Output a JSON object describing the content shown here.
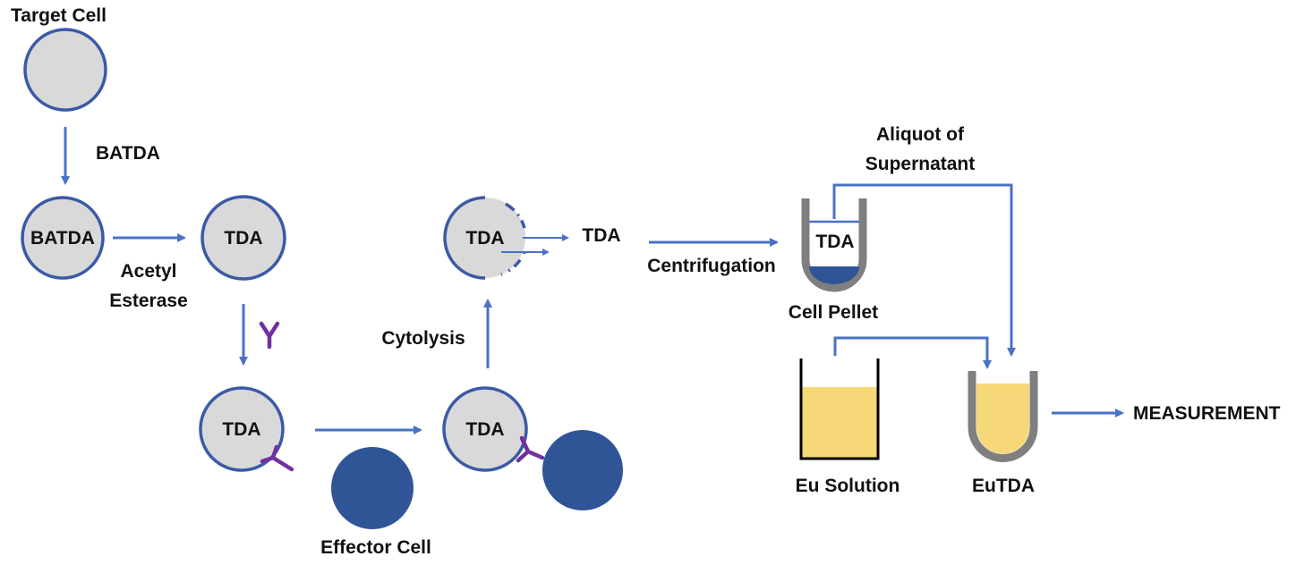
{
  "labels": {
    "target_cell": "Target Cell",
    "batda_reagent": "BATDA",
    "acetyl": "Acetyl",
    "esterase": "Esterase",
    "cytolysis": "Cytolysis",
    "released_tda": "TDA",
    "centrifugation": "Centrifugation",
    "aliquot_line1": "Aliquot of",
    "aliquot_line2": "Supernatant",
    "cell_pellet": "Cell Pellet",
    "eu_solution": "Eu Solution",
    "eutda": "EuTDA",
    "measurement": "MEASUREMENT",
    "effector_cell": "Effector Cell"
  },
  "cells": {
    "batda": "BATDA",
    "tda": "TDA",
    "tda_bound": "TDA",
    "tda_effector": "TDA",
    "tda_lysed": "TDA",
    "tube_tda": "TDA"
  },
  "colors": {
    "cell_fill": "#d9d9d9",
    "cell_stroke": "#3b5aa6",
    "arrow": "#4a72c4",
    "antibody": "#7030a0",
    "effector": "#2f5597",
    "eu_solution": "#f7d878",
    "tube_gray": "#7f7f7f"
  }
}
